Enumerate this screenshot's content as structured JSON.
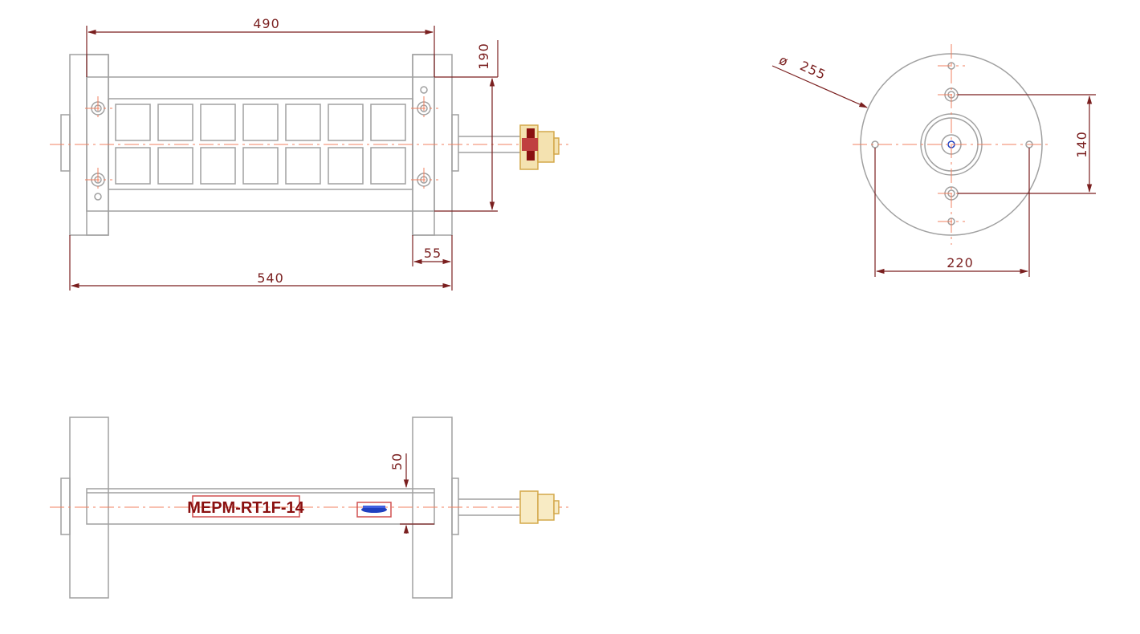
{
  "drawing": {
    "views": {
      "front": {
        "dims": {
          "overall_inner": "490",
          "overall_length": "540",
          "flange_width": "55",
          "height": "190"
        }
      },
      "side": {
        "dims": {
          "diameter_prefix": "ø",
          "diameter": "255",
          "vertical_bolt_spacing": "140",
          "horizontal_bolt_spacing": "220"
        }
      },
      "top": {
        "dims": {
          "height": "50"
        },
        "nameplate": "MEPM-RT1F-14"
      }
    },
    "colors": {
      "outline": "#a0a0a0",
      "dimension": "#7a1f1f",
      "centerline": "#f08060",
      "connector": "#d4a84a",
      "logo": "#2040c0"
    }
  }
}
